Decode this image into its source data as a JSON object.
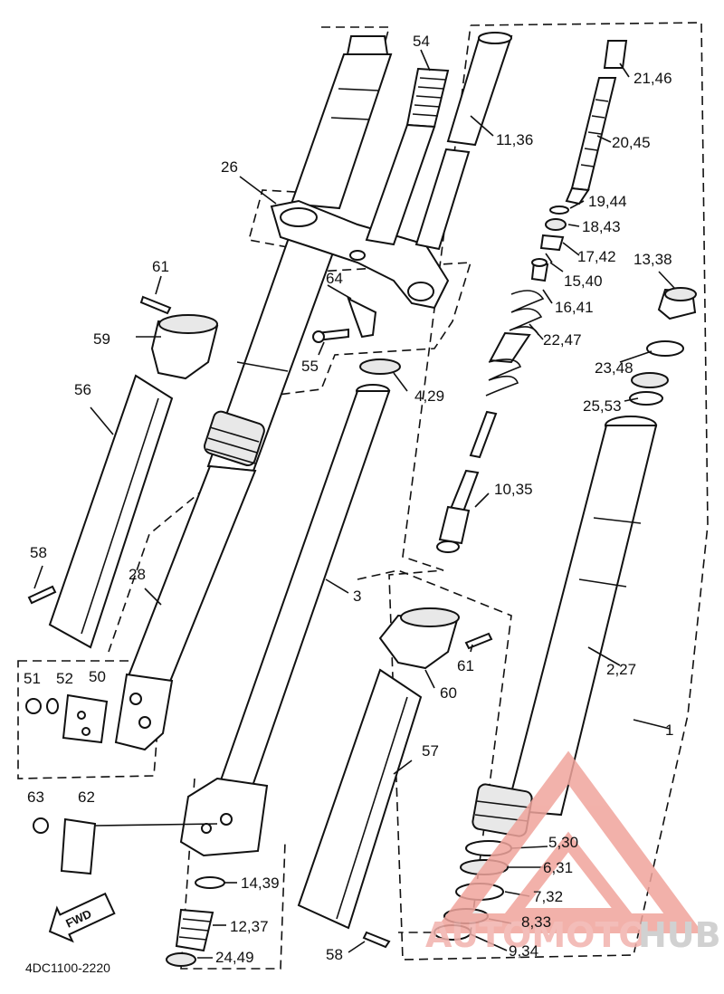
{
  "diagram_code": "4DC1100-2220",
  "fwd_label": "FWD",
  "watermark": {
    "part1": "AUTOMOTO",
    "part2": "HUB",
    "accent_color": "#e8847a",
    "gray_color": "#9a9a9a"
  },
  "labels": {
    "p54": "54",
    "p11_36": "11,36",
    "p21_46": "21,46",
    "p20_45": "20,45",
    "p26": "26",
    "p19_44": "19,44",
    "p18_43": "18,43",
    "p17_42": "17,42",
    "p61a": "61",
    "p64": "64",
    "p15_40": "15,40",
    "p13_38": "13,38",
    "p16_41": "16,41",
    "p59": "59",
    "p22_47": "22,47",
    "p55": "55",
    "p23_48": "23,48",
    "p56": "56",
    "p4_29": "4,29",
    "p25_53": "25,53",
    "p10_35": "10,35",
    "p58a": "58",
    "p28": "28",
    "p3": "3",
    "p61b": "61",
    "p2_27": "2,27",
    "p51": "51",
    "p52": "52",
    "p50": "50",
    "p60": "60",
    "p1": "1",
    "p57": "57",
    "p63": "63",
    "p62": "62",
    "p5_30": "5,30",
    "p6_31": "6,31",
    "p14_39": "14,39",
    "p7_32": "7,32",
    "p12_37": "12,37",
    "p8_33": "8,33",
    "p58b": "58",
    "p24_49": "24,49",
    "p9_34": "9,34"
  }
}
